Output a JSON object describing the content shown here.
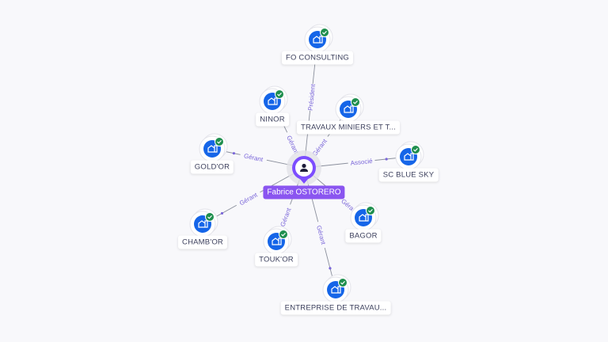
{
  "center": {
    "name": "Fabrice OSTORERO",
    "icon": "person-icon"
  },
  "colors": {
    "accent": "#7c4dff",
    "node": "#1565e8",
    "check": "#1f8f4e",
    "edge": "#8a8f9c",
    "edge_label": "#7a66d9"
  },
  "nodes": [
    {
      "name": "FO CONSULTING",
      "role": "Président",
      "icon": "company-icon",
      "verified": true
    },
    {
      "name": "NINOR",
      "role": "Gérant",
      "icon": "company-icon",
      "verified": true
    },
    {
      "name": "TRAVAUX MINIERS ET T...",
      "role": "Gérant",
      "icon": "company-icon",
      "verified": true
    },
    {
      "name": "SC BLUE SKY",
      "role": "Associé",
      "icon": "company-icon",
      "verified": true
    },
    {
      "name": "GOLD'OR",
      "role": "Gérant",
      "icon": "company-icon",
      "verified": true
    },
    {
      "name": "CHAMB'OR",
      "role": "Gérant",
      "icon": "company-icon",
      "verified": true
    },
    {
      "name": "TOUK'OR",
      "role": "Gérant",
      "icon": "company-icon",
      "verified": true
    },
    {
      "name": "BAGOR",
      "role": "Gérant",
      "icon": "company-icon",
      "verified": true
    },
    {
      "name": "ENTREPRISE DE TRAVAU...",
      "role": "Gérant",
      "icon": "company-icon",
      "verified": true
    }
  ]
}
